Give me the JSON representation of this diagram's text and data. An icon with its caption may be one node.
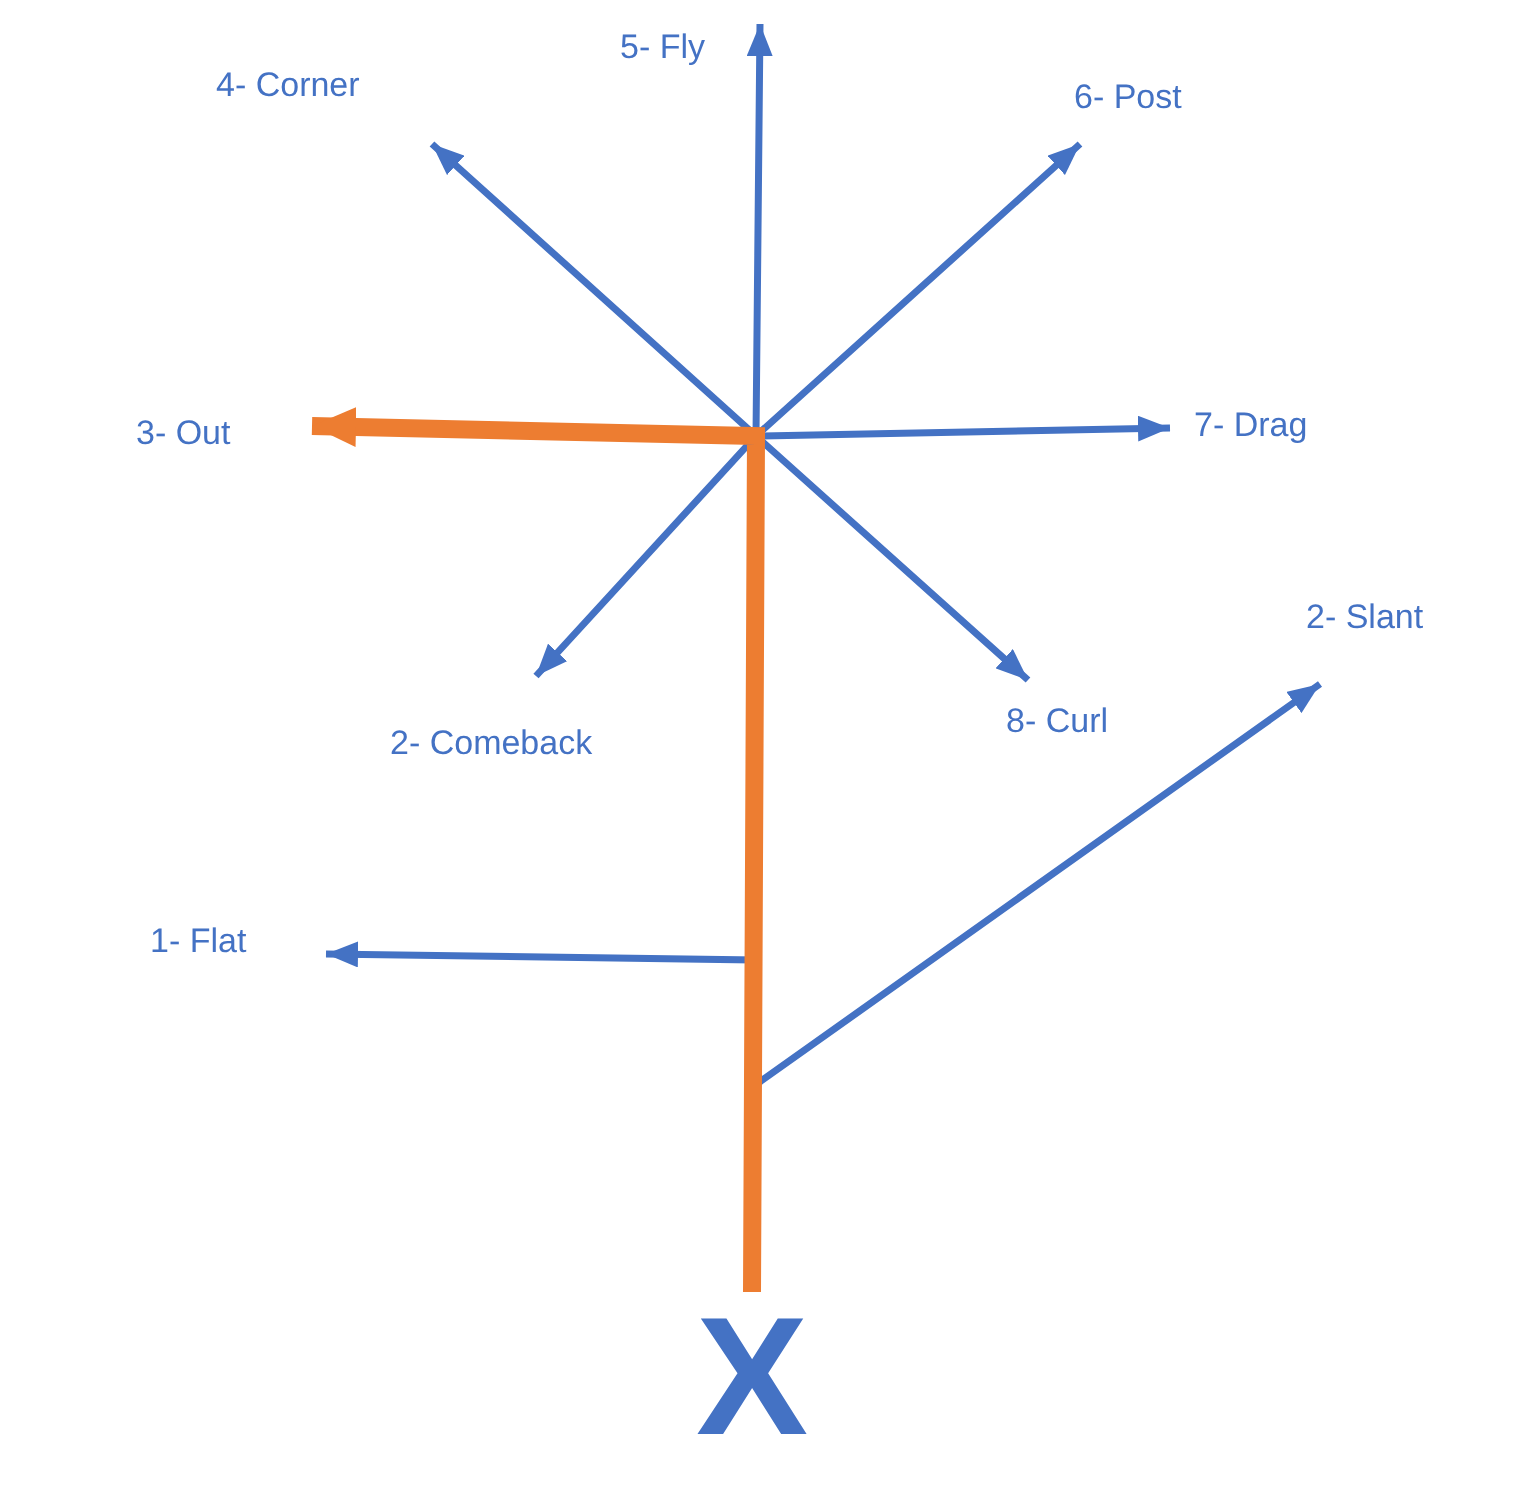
{
  "diagram": {
    "nodes": [
      {
        "text": [
          "5- Fly"
        ]
      },
      {
        "text": [
          "4- Corner"
        ]
      },
      {
        "text": [
          "6- Post"
        ]
      },
      {
        "text": [
          "3- Out"
        ]
      },
      {
        "text": [
          "7- Drag"
        ]
      },
      {
        "text": [
          "2- Slant"
        ]
      },
      {
        "text": [
          "8- Curl"
        ]
      },
      {
        "text": [
          "2- Comeback"
        ]
      },
      {
        "text": [
          "1- Flat"
        ]
      },
      {
        "text": [
          "X"
        ]
      }
    ],
    "edges": [
      {
        "from": 9,
        "to": 0,
        "arrow": "to"
      },
      {
        "from": 9,
        "to": 1,
        "arrow": "to"
      },
      {
        "from": 9,
        "to": 2,
        "arrow": "to"
      },
      {
        "from": 9,
        "to": 4,
        "arrow": "to"
      },
      {
        "from": 9,
        "to": 5,
        "arrow": "to"
      },
      {
        "from": 9,
        "to": 6,
        "arrow": "to"
      },
      {
        "from": 9,
        "to": 7,
        "arrow": "to"
      },
      {
        "from": 9,
        "to": 8,
        "arrow": "to"
      },
      {
        "from": 9,
        "to": 3,
        "arrow": "to",
        "style": "thick",
        "color": "#ed7d31"
      }
    ]
  }
}
